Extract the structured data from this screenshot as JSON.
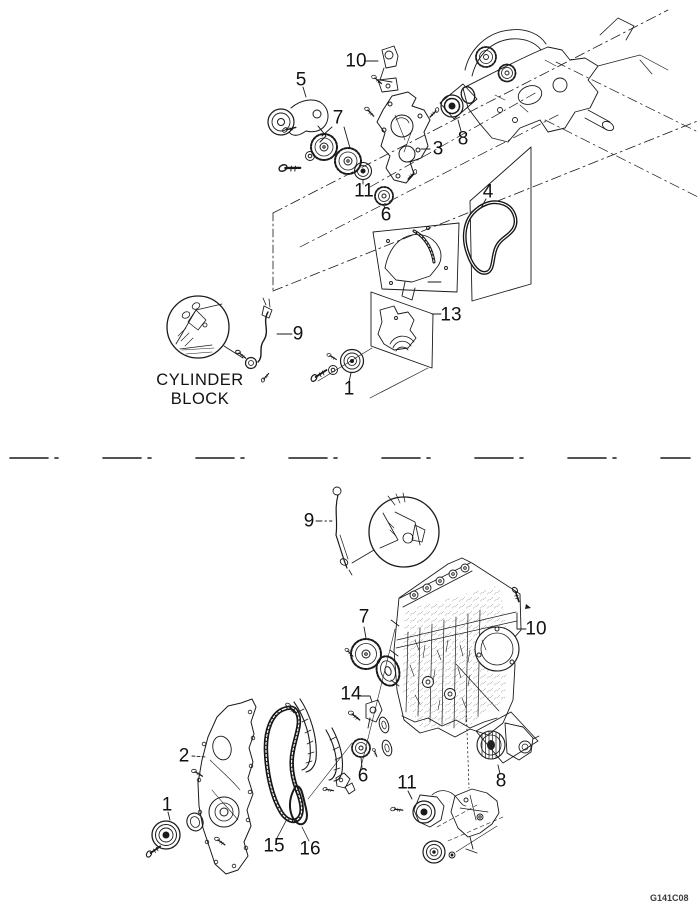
{
  "figure": {
    "code": "G141C08"
  },
  "cylinder_block_label": {
    "line1": "CYLINDER",
    "line2": "BLOCK"
  },
  "callouts": {
    "upper": {
      "n10": "10",
      "n5": "5",
      "n7": "7",
      "n3": "3",
      "n8": "8",
      "n11": "11",
      "n6": "6",
      "n4": "4",
      "n13": "13",
      "n9": "9",
      "n1": "1"
    },
    "lower": {
      "n9": "9",
      "n7": "7",
      "n10": "10",
      "n14": "14",
      "n6": "6",
      "n11": "11",
      "n8": "8",
      "n2": "2",
      "n1": "1",
      "n15": "15",
      "n16": "16"
    }
  }
}
